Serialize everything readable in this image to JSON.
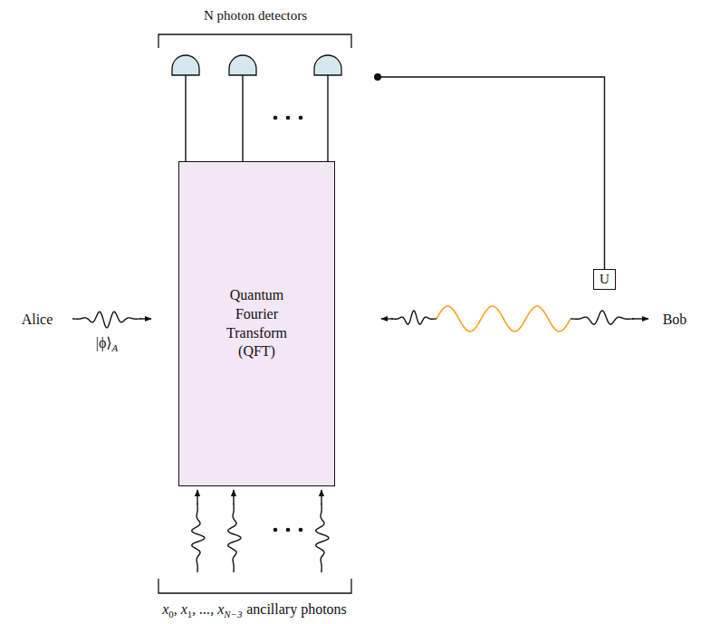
{
  "diagram": {
    "nodes": [
      {
        "text": [
          "Quantum Fourier Transform (QFT)"
        ]
      },
      {
        "text": [
          "U"
        ]
      }
    ],
    "labels": [
      "N photon detectors",
      "Alice",
      "|ϕ⟩",
      "A",
      "Bob",
      "x",
      "0",
      ", x",
      "1",
      ", ..., x",
      "N−3",
      "ancillary photons"
    ]
  }
}
